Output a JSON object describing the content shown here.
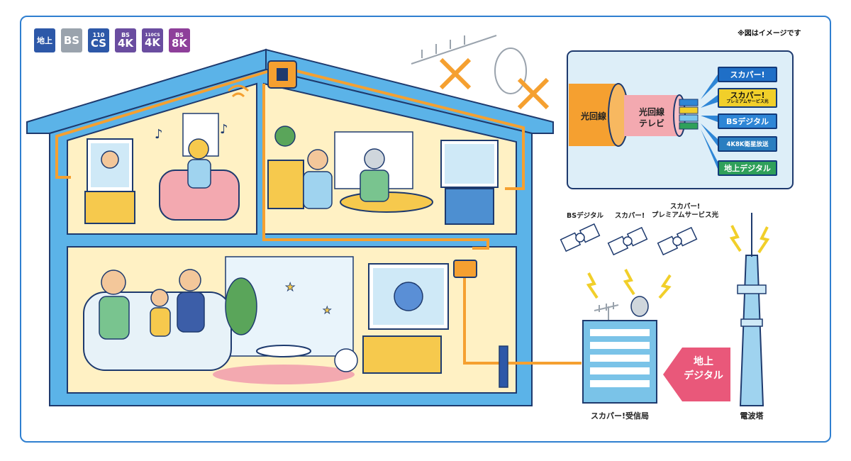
{
  "note": "※図はイメージです",
  "badges": [
    {
      "small": "",
      "big": "地上",
      "color": "#2d58a8"
    },
    {
      "small": "",
      "big": "BS",
      "color": "#9aa3ad"
    },
    {
      "small": "110",
      "big": "CS",
      "color": "#2d58a8"
    },
    {
      "small": "BS",
      "big": "4K",
      "color": "#6a4da0"
    },
    {
      "small": "110CS",
      "big": "4K",
      "color": "#6a4da0"
    },
    {
      "small": "BS",
      "big": "8K",
      "color": "#8e3f9a"
    }
  ],
  "cable": {
    "outer_label": "光回線",
    "inner_label_1": "光回線",
    "inner_label_2": "テレビ"
  },
  "services": [
    {
      "label": "スカパー!",
      "sub": "",
      "color": "#1f6fc7"
    },
    {
      "label": "スカパー!",
      "sub": "プレミアムサービス光",
      "color": "#f1cf2a"
    },
    {
      "label": "BSデジタル",
      "sub": "",
      "color": "#2e86d6"
    },
    {
      "label": "4K8K衛星放送",
      "sub": "",
      "color": "#2a7ec0"
    },
    {
      "label": "地上デジタル",
      "sub": "",
      "color": "#2fa05a"
    }
  ],
  "satellites": [
    {
      "label": "BSデジタル"
    },
    {
      "label": "スカパー!"
    },
    {
      "label_1": "スカパー!",
      "label_2": "プレミアムサービス光"
    }
  ],
  "station_label": "スカパー!受信局",
  "tower_label": "電波塔",
  "chijo_tag_1": "地上",
  "chijo_tag_2": "デジタル",
  "colors": {
    "frame": "#2f7fd0",
    "house_wall": "#5bb3e8",
    "room": "#fff1c4",
    "cable": "#f5a030",
    "service_border": "#123a7a",
    "tag": "#e9587a"
  }
}
